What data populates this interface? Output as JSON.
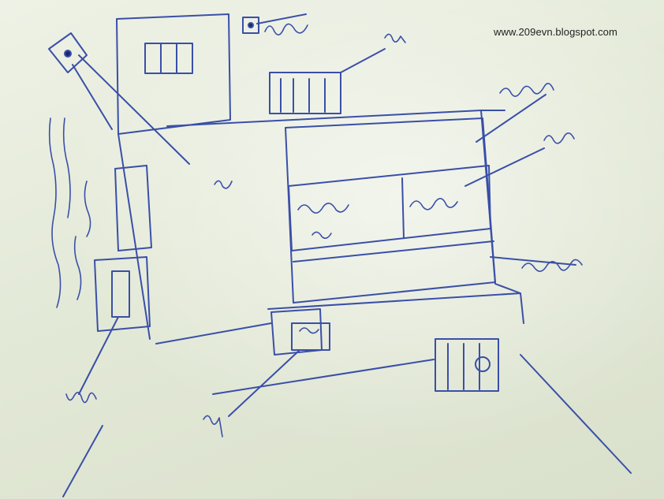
{
  "image": {
    "kind": "hand-drawn room floor-plan sketch on paper",
    "ink_color": "#3a4fa8",
    "paper_color": "#e6ebdc",
    "handwritten_labels_script": "Persian",
    "handwritten_label_count": 12
  },
  "watermark": {
    "text": "www.209evn.blogspot.com"
  }
}
